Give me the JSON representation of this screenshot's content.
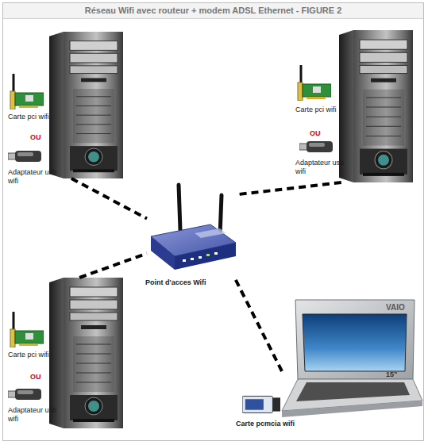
{
  "diagram": {
    "title": "Réseau Wifi avec routeur + modem ADSL Ethernet - FIGURE 2",
    "nodes": [
      {
        "text": [
          "Carte pci wifi",
          "OU",
          "Adaptateur usb wifi"
        ]
      },
      {
        "text": [
          "Carte pci wifi",
          "OU",
          "Adaptateur usb wifi"
        ]
      },
      {
        "text": [
          "Point d'acces Wifi"
        ]
      },
      {
        "text": [
          "Carte pci wifi",
          "OU",
          "Adaptateur usb wifi"
        ]
      },
      {
        "text": [
          "Carte pcmcia wifi"
        ]
      }
    ],
    "edges": [
      {
        "from": 0,
        "to": 2,
        "arrow": "none"
      },
      {
        "from": 1,
        "to": 2,
        "arrow": "none"
      },
      {
        "from": 3,
        "to": 2,
        "arrow": "none"
      },
      {
        "from": 4,
        "to": 2,
        "arrow": "none"
      }
    ],
    "labels": [
      "VAIO",
      "15\""
    ]
  }
}
